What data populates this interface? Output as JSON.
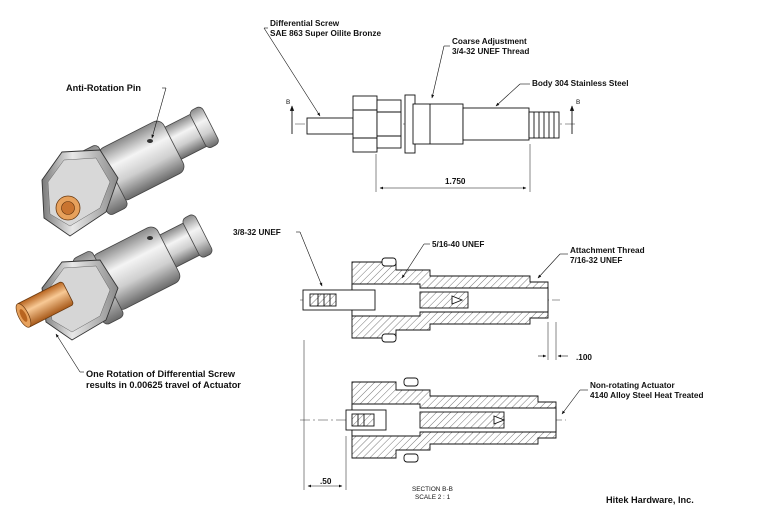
{
  "labels": {
    "anti_rotation_pin": "Anti-Rotation Pin",
    "differential_screw": "Differential Screw",
    "differential_screw_material": "SAE 863 Super Oilite Bronze",
    "coarse_adjustment": "Coarse Adjustment",
    "coarse_adjustment_thread": "3/4-32 UNEF Thread",
    "body": "Body 304 Stainless Steel",
    "thread_3_8": "3/8-32 UNEF",
    "thread_5_16": "5/16-40 UNEF",
    "attachment_thread": "Attachment Thread",
    "attachment_thread_spec": "7/16-32 UNEF",
    "rotation_note_line1": "One Rotation of Differential Screw",
    "rotation_note_line2": "results in 0.00625 travel of Actuator",
    "actuator": "Non-rotating Actuator",
    "actuator_material": "4140 Alloy Steel Heat Treated",
    "section_marker_left": "B",
    "section_marker_right": "B"
  },
  "dimensions": {
    "body_length": "1.750",
    "travel": ".100",
    "offset": ".50"
  },
  "section": {
    "title": "SECTION B-B",
    "scale": "SCALE 2 : 1"
  },
  "company": "Hitek Hardware, Inc.",
  "colors": {
    "steel_light": "#f2f2f2",
    "steel_mid": "#bdbdbd",
    "steel_dark": "#6e6e6e",
    "bronze_light": "#f6c48e",
    "bronze_dark": "#c06a22",
    "line": "#111111",
    "hatch": "#555555"
  }
}
